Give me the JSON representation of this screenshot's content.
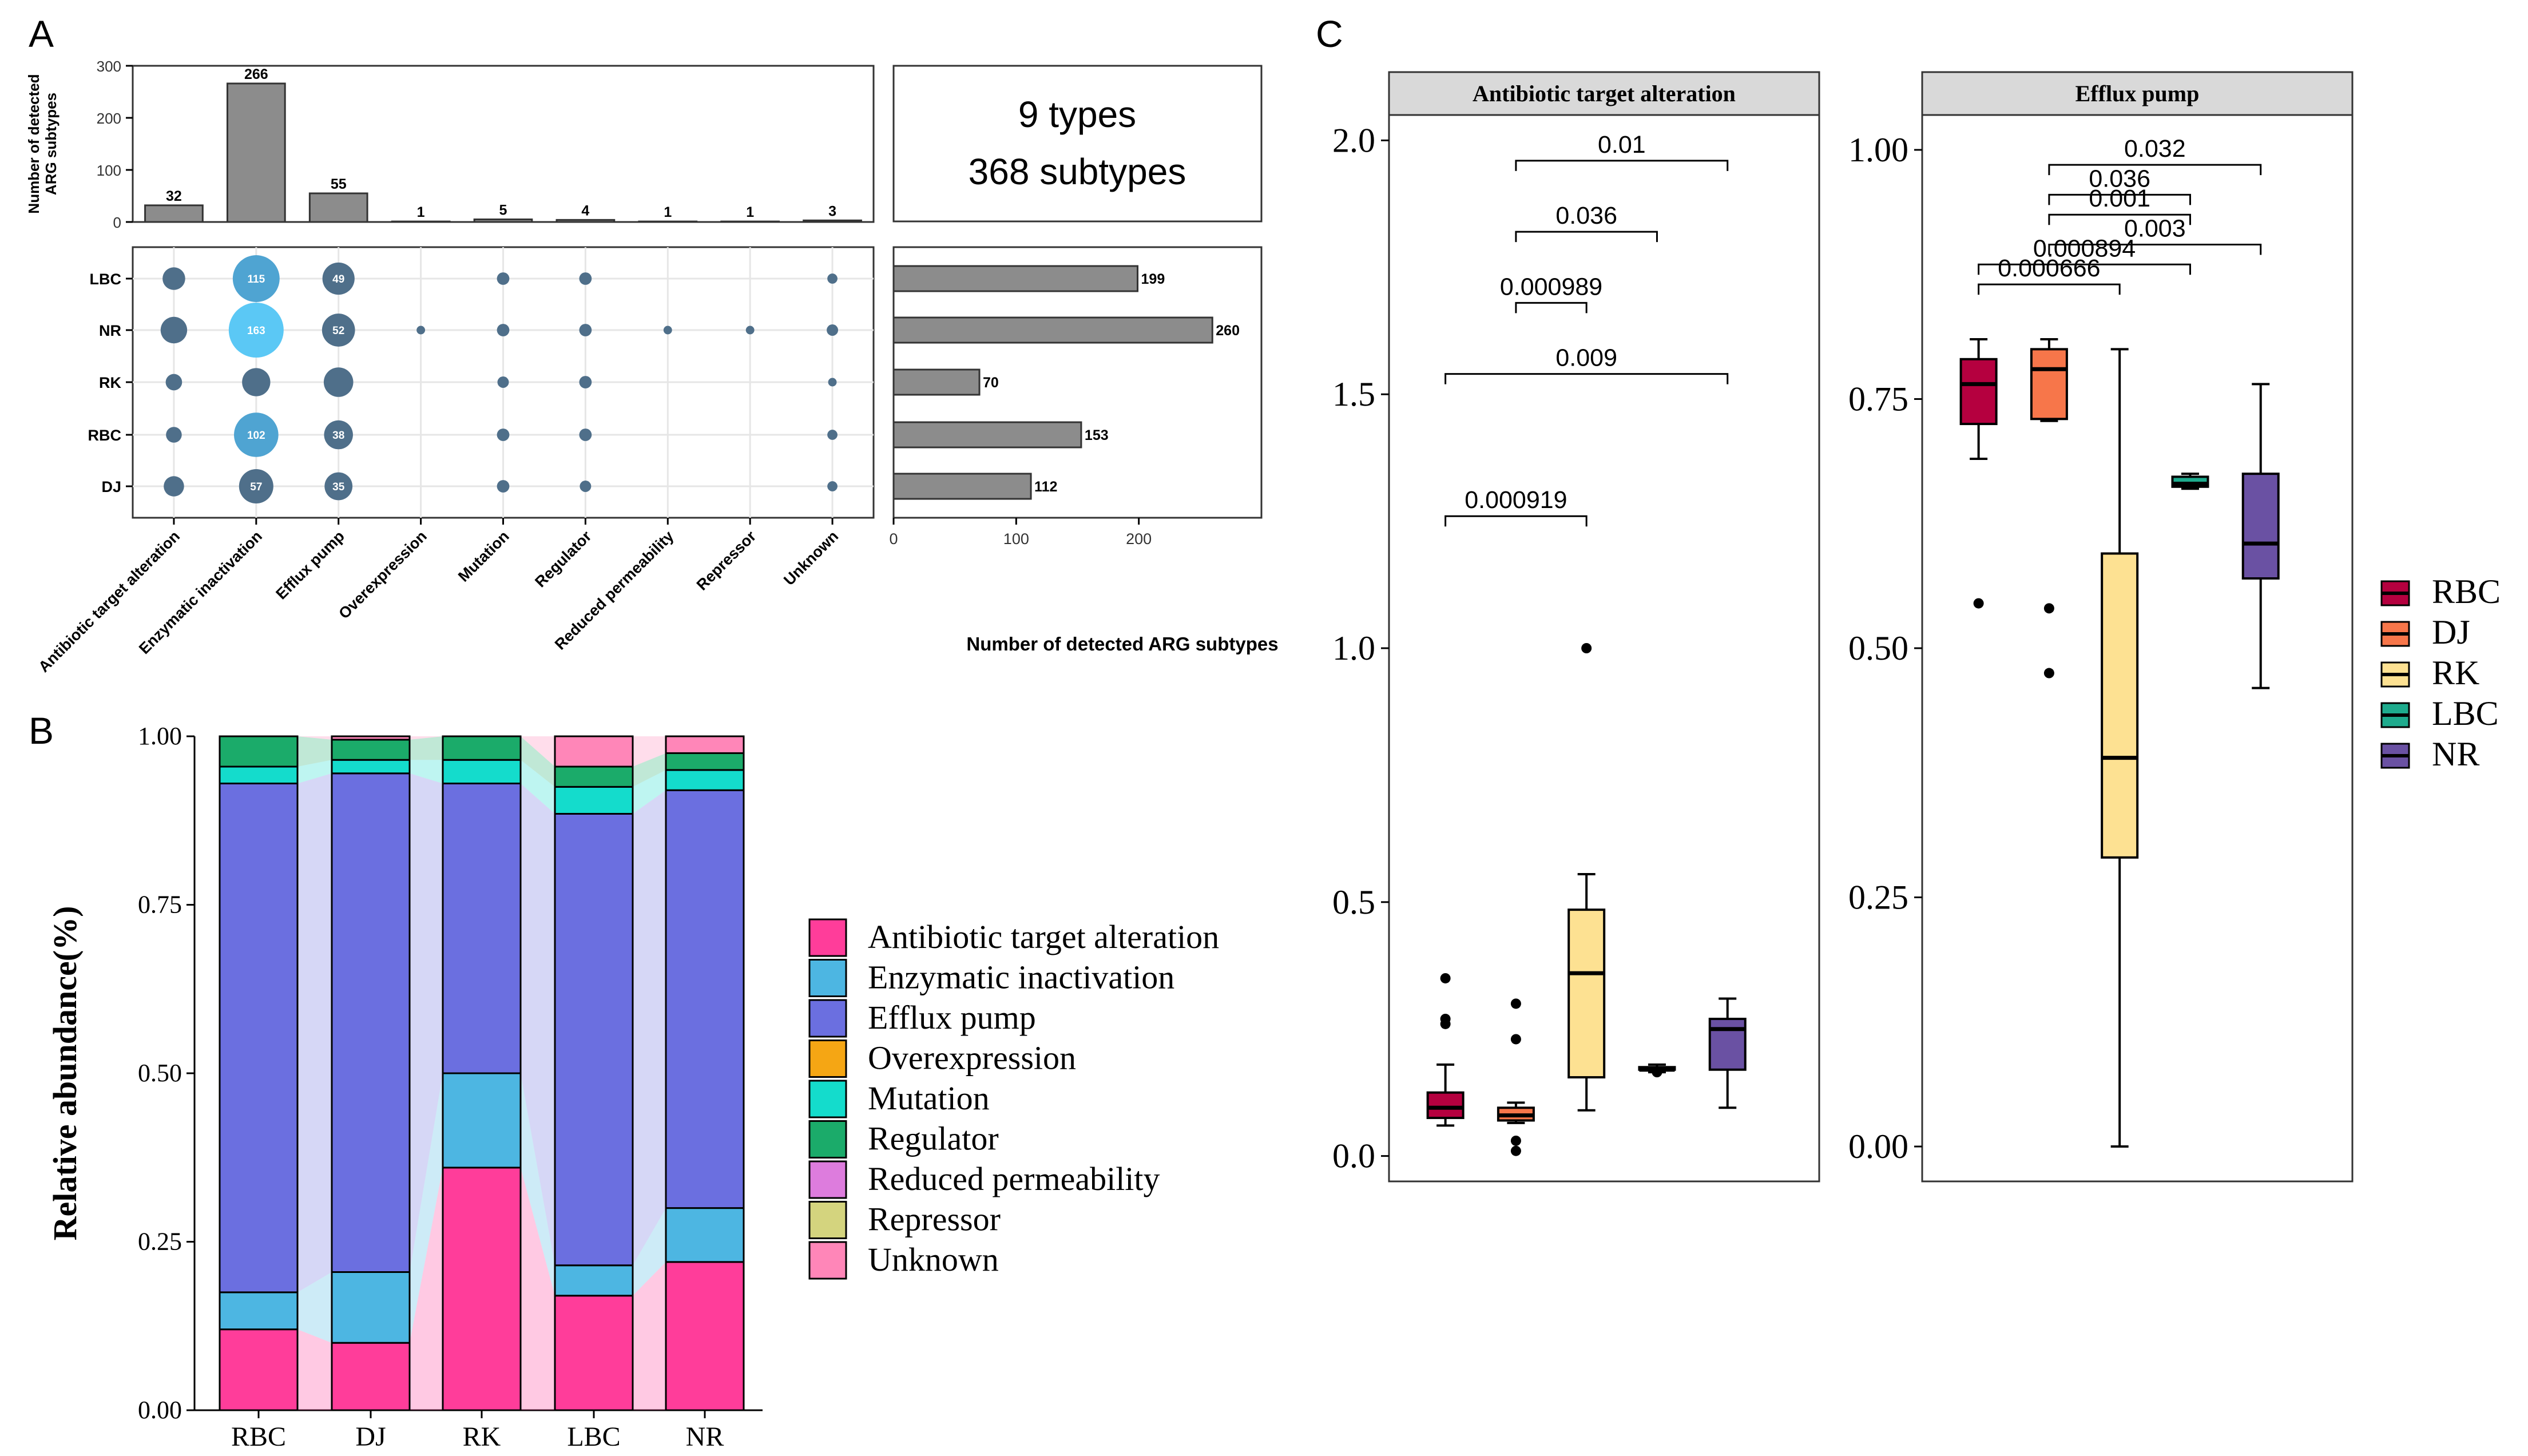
{
  "panels": {
    "A": "A",
    "B": "B",
    "C": "C"
  },
  "summary_box": {
    "line1": "9 types",
    "line2": "368 subtypes"
  },
  "colors": {
    "bar_gray": "#8c8c8c",
    "dot_dark": "#4f6f8a",
    "dot_light": "#5bc8f5",
    "strip_fill": "#d9d9d9"
  },
  "chart_data": [
    {
      "id": "A_top",
      "type": "bar",
      "ylabel": "Number of detected ARG subtypes",
      "ylim": [
        0,
        300
      ],
      "yticks": [
        0,
        100,
        200,
        300
      ],
      "categories": [
        "Antibiotic target alteration",
        "Enzymatic inactivation",
        "Efflux pump",
        "Overexpression",
        "Mutation",
        "Regulator",
        "Reduced permeability",
        "Repressor",
        "Unknown"
      ],
      "values": [
        32,
        266,
        55,
        1,
        5,
        4,
        1,
        1,
        3
      ]
    },
    {
      "id": "A_matrix",
      "type": "scatter",
      "ycategories": [
        "LBC",
        "NR",
        "RK",
        "RBC",
        "DJ"
      ],
      "xcategories": [
        "Antibiotic target alteration",
        "Enzymatic inactivation",
        "Efflux pump",
        "Overexpression",
        "Mutation",
        "Regulator",
        "Reduced permeability",
        "Repressor",
        "Unknown"
      ],
      "values": [
        [
          21,
          115,
          49,
          0,
          4,
          4,
          0,
          0,
          2
        ],
        [
          31,
          163,
          52,
          1,
          4,
          4,
          1,
          1,
          3
        ],
        [
          9,
          36,
          40,
          0,
          3,
          4,
          0,
          0,
          1
        ],
        [
          8,
          102,
          38,
          0,
          4,
          4,
          0,
          0,
          2
        ],
        [
          16,
          57,
          35,
          0,
          4,
          3,
          0,
          0,
          2
        ]
      ],
      "labelled": [
        [
          false,
          true,
          true,
          false,
          false,
          false,
          false,
          false,
          false
        ],
        [
          false,
          true,
          true,
          false,
          false,
          false,
          false,
          false,
          false
        ],
        [
          false,
          false,
          false,
          false,
          false,
          false,
          false,
          false,
          false
        ],
        [
          false,
          true,
          true,
          false,
          false,
          false,
          false,
          false,
          false
        ],
        [
          false,
          true,
          true,
          false,
          false,
          false,
          false,
          false,
          false
        ]
      ]
    },
    {
      "id": "A_right",
      "type": "bar",
      "orientation": "horizontal",
      "xlabel": "Number of detected ARG subtypes",
      "xlim": [
        0,
        300
      ],
      "xticks": [
        0,
        100,
        200
      ],
      "categories": [
        "LBC",
        "NR",
        "RK",
        "RBC",
        "DJ"
      ],
      "values": [
        199,
        260,
        70,
        153,
        112
      ]
    },
    {
      "id": "B",
      "type": "bar",
      "stacked": true,
      "ylabel": "Relative abundance(%)",
      "ylim": [
        0,
        1
      ],
      "yticks": [
        "0.00",
        "0.25",
        "0.50",
        "0.75",
        "1.00"
      ],
      "categories": [
        "RBC",
        "DJ",
        "RK",
        "LBC",
        "NR"
      ],
      "legend_position": "right",
      "series": [
        {
          "name": "Antibiotic target alteration",
          "color": "#ff3d9a",
          "values": [
            0.12,
            0.1,
            0.36,
            0.17,
            0.22
          ]
        },
        {
          "name": "Enzymatic inactivation",
          "color": "#4db6e2",
          "values": [
            0.055,
            0.105,
            0.14,
            0.045,
            0.08
          ]
        },
        {
          "name": "Efflux pump",
          "color": "#6b6fe0",
          "values": [
            0.755,
            0.74,
            0.43,
            0.67,
            0.62
          ]
        },
        {
          "name": "Overexpression",
          "color": "#f5a614",
          "values": [
            0.0,
            0.0,
            0.0,
            0.0,
            0.0
          ]
        },
        {
          "name": "Mutation",
          "color": "#14dccc",
          "values": [
            0.025,
            0.02,
            0.035,
            0.04,
            0.03
          ]
        },
        {
          "name": "Regulator",
          "color": "#1bab6a",
          "values": [
            0.045,
            0.03,
            0.035,
            0.03,
            0.025
          ]
        },
        {
          "name": "Reduced permeability",
          "color": "#dd7cdd",
          "values": [
            0.0,
            0.0,
            0.0,
            0.0,
            0.0
          ]
        },
        {
          "name": "Repressor",
          "color": "#d4d47e",
          "values": [
            0.0,
            0.0,
            0.0,
            0.0,
            0.0
          ]
        },
        {
          "name": "Unknown",
          "color": "#ff86b8",
          "values": [
            0.0,
            0.005,
            0.0,
            0.045,
            0.025
          ]
        }
      ]
    },
    {
      "id": "C",
      "type": "box",
      "legend_position": "right",
      "groups": [
        {
          "name": "RBC",
          "color": "#b5003f"
        },
        {
          "name": "DJ",
          "color": "#f7764a"
        },
        {
          "name": "RK",
          "color": "#fde192"
        },
        {
          "name": "LBC",
          "color": "#1eab8d"
        },
        {
          "name": "NR",
          "color": "#6a51a3"
        }
      ],
      "facets": [
        {
          "title": "Antibiotic target alteration",
          "ylim": [
            -0.05,
            2.05
          ],
          "yticks": [
            "0.0",
            "0.5",
            "1.0",
            "1.5",
            "2.0"
          ],
          "boxes": [
            {
              "q1": 0.075,
              "median": 0.095,
              "q3": 0.125,
              "whisker_low": 0.06,
              "whisker_high": 0.18,
              "outliers": [
                0.26,
                0.27,
                0.35
              ]
            },
            {
              "q1": 0.07,
              "median": 0.08,
              "q3": 0.095,
              "whisker_low": 0.065,
              "whisker_high": 0.105,
              "outliers": [
                0.01,
                0.03,
                0.23,
                0.3
              ]
            },
            {
              "q1": 0.155,
              "median": 0.36,
              "q3": 0.485,
              "whisker_low": 0.09,
              "whisker_high": 0.555,
              "outliers": [
                1.0
              ]
            },
            {
              "q1": 0.17,
              "median": 0.17,
              "q3": 0.175,
              "whisker_low": 0.165,
              "whisker_high": 0.18,
              "outliers": [
                0.165
              ]
            },
            {
              "q1": 0.17,
              "median": 0.25,
              "q3": 0.27,
              "whisker_low": 0.095,
              "whisker_high": 0.31,
              "outliers": []
            }
          ],
          "brackets": [
            {
              "from": 0,
              "to": 2,
              "y": 1.26,
              "label": "0.000919"
            },
            {
              "from": 0,
              "to": 4,
              "y": 1.54,
              "label": "0.009"
            },
            {
              "from": 1,
              "to": 2,
              "y": 1.68,
              "label": "0.000989"
            },
            {
              "from": 1,
              "to": 3,
              "y": 1.82,
              "label": "0.036"
            },
            {
              "from": 1,
              "to": 4,
              "y": 1.96,
              "label": "0.01"
            }
          ]
        },
        {
          "title": "Efflux pump",
          "ylim": [
            -0.035,
            1.035
          ],
          "yticks": [
            "0.00",
            "0.25",
            "0.50",
            "0.75",
            "1.00"
          ],
          "boxes": [
            {
              "q1": 0.725,
              "median": 0.765,
              "q3": 0.79,
              "whisker_low": 0.69,
              "whisker_high": 0.81,
              "outliers": [
                0.545
              ]
            },
            {
              "q1": 0.73,
              "median": 0.78,
              "q3": 0.8,
              "whisker_low": 0.728,
              "whisker_high": 0.81,
              "outliers": [
                0.54,
                0.475
              ]
            },
            {
              "q1": 0.29,
              "median": 0.39,
              "q3": 0.595,
              "whisker_low": 0.0,
              "whisker_high": 0.8,
              "outliers": []
            },
            {
              "q1": 0.662,
              "median": 0.665,
              "q3": 0.672,
              "whisker_low": 0.66,
              "whisker_high": 0.675,
              "outliers": []
            },
            {
              "q1": 0.57,
              "median": 0.605,
              "q3": 0.675,
              "whisker_low": 0.46,
              "whisker_high": 0.765,
              "outliers": []
            }
          ],
          "brackets": [
            {
              "from": 0,
              "to": 2,
              "y": 0.865,
              "label": "0.000666"
            },
            {
              "from": 0,
              "to": 3,
              "y": 0.885,
              "label": "0.000894"
            },
            {
              "from": 1,
              "to": 4,
              "y": 0.905,
              "label": "0.003"
            },
            {
              "from": 1,
              "to": 3,
              "y": 0.935,
              "label": "0.001"
            },
            {
              "from": 1,
              "to": 3,
              "y": 0.955,
              "label": "0.036"
            },
            {
              "from": 1,
              "to": 4,
              "y": 0.985,
              "label": "0.032"
            }
          ]
        }
      ]
    }
  ]
}
